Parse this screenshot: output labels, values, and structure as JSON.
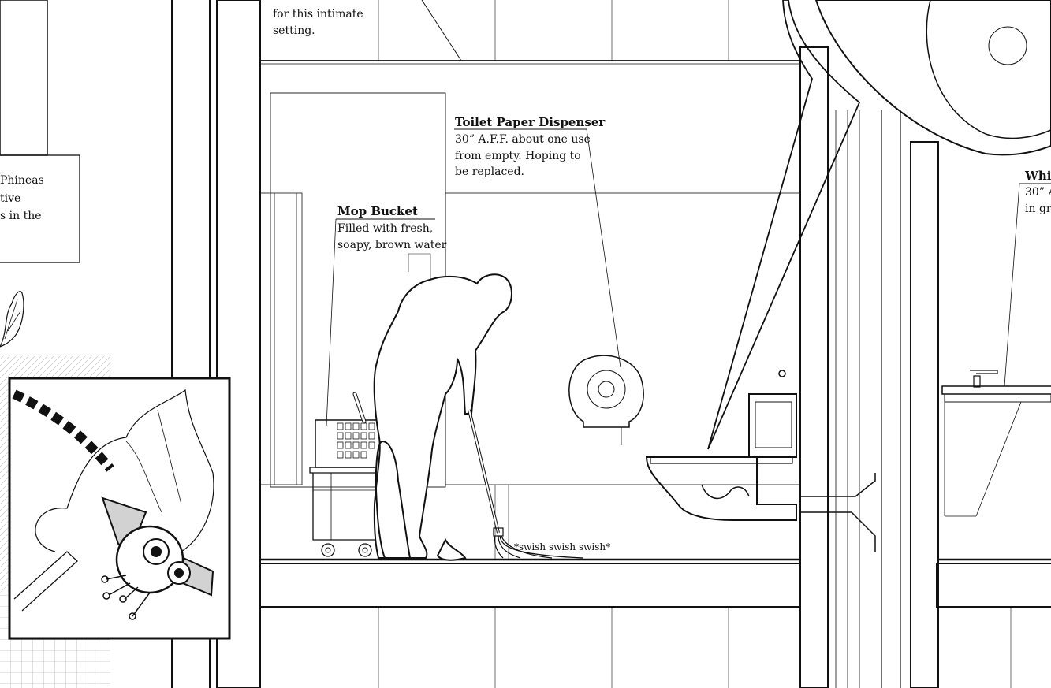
{
  "annotations": {
    "top_note_partial": {
      "line1": "for this intimate",
      "line2": "setting."
    },
    "left_note_partial": {
      "line1": "Phineas",
      "line2": "tive",
      "line3": "s in the"
    },
    "toilet_paper": {
      "title": "Toilet Paper Dispenser",
      "line1": "30” A.F.F. about one use",
      "line2": "from empty. Hoping to",
      "line3": "be replaced."
    },
    "mop_bucket": {
      "title": "Mop Bucket",
      "line1": "Filled with fresh,",
      "line2": "soapy, brown water"
    },
    "right_note_partial": {
      "title": "Whit",
      "line1": "30” A",
      "line2": "in gra"
    },
    "sound_effect": "*swish swish swish*"
  },
  "colors": {
    "ink": "#111111",
    "concrete": "#c9c9c9",
    "fixture_fill": "#d6d6d6",
    "wall_tile": "#f3f3f3",
    "paper": "#ffffff"
  }
}
